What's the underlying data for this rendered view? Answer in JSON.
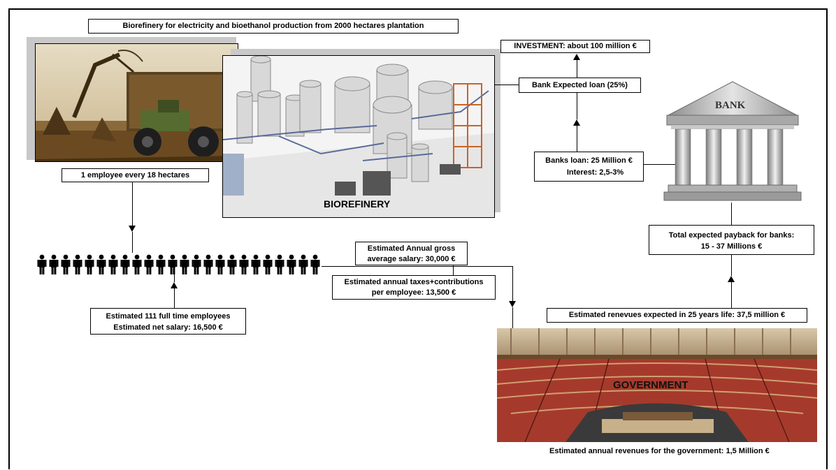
{
  "title": "Biorefinery for electricity and bioethanol production from 2000 hectares plantation",
  "investment": "INVESTMENT: about 100 million  €",
  "bank_expected_loan": "Bank Expected loan (25%)",
  "banks_loan": {
    "line1": "Banks loan: 25 Million €",
    "line2": "Interest: 2,5-3%"
  },
  "employee_ratio": "1 employee every 18 hectares",
  "biorefinery_label": "BIOREFINERY",
  "bank_label": "BANK",
  "government_label": "GOVERNMENT",
  "gross_salary": {
    "line1": "Estimated Annual gross",
    "line2": "average salary: 30,000 €"
  },
  "taxes": {
    "line1": "Estimated annual taxes+contributions",
    "line2": "per employee: 13,500 €"
  },
  "employees": {
    "line1": "Estimated 111 full time employees",
    "line2": "Estimated net salary: 16,500 €"
  },
  "payback": {
    "line1": "Total expected payback for banks:",
    "line2": "15 - 37 Millions €"
  },
  "revenues_25y": "Estimated renevues expected in 25 years life: 37,5 million €",
  "annual_gov_revenues": "Estimated annual revenues for the government: 1,5 Million €",
  "colors": {
    "border": "#000000",
    "background": "#ffffff",
    "bank_stone": "#b9b9b9",
    "parliament_seats": "#a53a2c",
    "plant_tank": "#d8d8d8",
    "field_soil": "#6b4a22"
  },
  "people_count": 24
}
